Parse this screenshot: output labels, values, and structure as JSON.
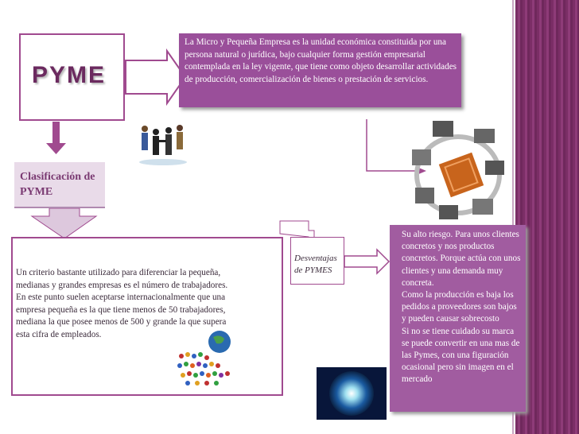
{
  "title": "PYME",
  "definition": "La Micro y Pequeña Empresa es la unidad económica constituida por una persona natural o jurídica, bajo cualquier forma gestión empresarial contemplada en la ley vigente, que tiene como objeto desarrollar actividades de producción, comercialización de bienes o prestación de servicios.",
  "classification_label": "Clasificación de PYME",
  "criterion": "Un criterio bastante utilizado para diferenciar la pequeña, medianas y grandes empresas es el número de trabajadores. En este punto suelen aceptarse internacionalmente que una empresa pequeña es la que tiene menos de 50 trabajadores, mediana la que posee menos de 500 y grande la que supera esta cifra de empleados.",
  "disadvantages_label": "Desventajas de PYMES",
  "disadvantages": [
    "Su alto riesgo. Para unos clientes concretos y nos productos concretos. Porque actúa con unos clientes y una demanda muy concreta.",
    "Como la producción es baja los pedidos a proveedores son bajos y pueden causar sobrecosto",
    "Si no se tiene cuidado su marca se puede convertir en una mas de las Pymes, con una figuración ocasional pero sin imagen en el mercado"
  ],
  "colors": {
    "accent": "#a04a8f",
    "definition_fill": "#9a4f9a",
    "disadvantages_fill": "#a15ca0",
    "classification_fill": "#e9dbe9",
    "side_band": "#7b2e66"
  }
}
